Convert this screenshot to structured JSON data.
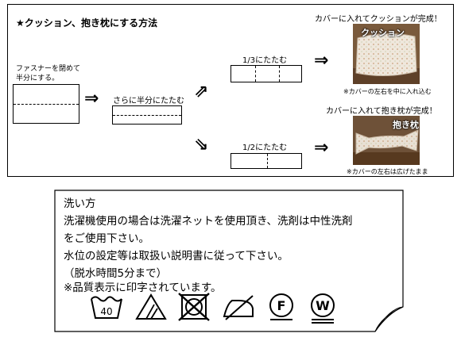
{
  "guide": {
    "title": "★クッション、抱き枕にする方法",
    "step1_line1": "ファスナーを閉めて",
    "step1_line2": "半分にする。",
    "step2": "さらに半分にたたむ",
    "fold_cushion": "1/3にたたむ",
    "fold_pillow": "1/2にたたむ",
    "cushion_caption": "カバーに入れてクッションが完成！",
    "cushion_photo_label": "クッション",
    "cushion_note": "※カバーの左右を中に入れ込む",
    "pillow_caption": "カバーに入れて抱き枕が完成！",
    "pillow_photo_label": "抱き枕",
    "pillow_note": "※カバーの左右は広げたまま"
  },
  "washing": {
    "heading": "洗い方",
    "line1": "洗濯機使用の場合は洗濯ネットを使用頂き、洗剤は中性洗剤",
    "line2": "をご使用下さい。",
    "line3": "水位の設定等は取扱い説明書に従って下さい。",
    "line4": "（脱水時間5分まで）",
    "line5": "※品質表示に印字されています。",
    "wash_temp": "40",
    "dryclean_f": "F",
    "wet_w": "W"
  },
  "icons": [
    "right-arrow-icon",
    "up-right-arrow-icon",
    "down-right-arrow-icon",
    "wash-tub-40-icon",
    "bleach-triangle-icon",
    "no-tumble-dry-icon",
    "iron-low-icon",
    "dry-clean-f-icon",
    "wet-clean-w-icon"
  ]
}
